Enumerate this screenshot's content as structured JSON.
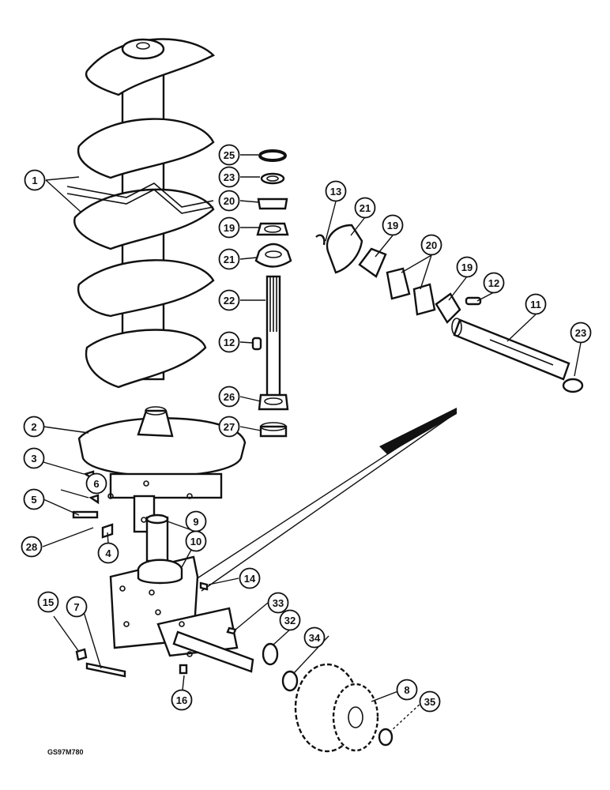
{
  "drawing_code": "GS97M780",
  "callouts": [
    "1",
    "25",
    "23",
    "20",
    "19",
    "21",
    "22",
    "12",
    "26",
    "27",
    "13",
    "21",
    "19",
    "20",
    "19",
    "12",
    "11",
    "23",
    "2",
    "3",
    "6",
    "5",
    "4",
    "28",
    "9",
    "10",
    "14",
    "33",
    "32",
    "34",
    "7",
    "15",
    "16",
    "8",
    "35"
  ]
}
